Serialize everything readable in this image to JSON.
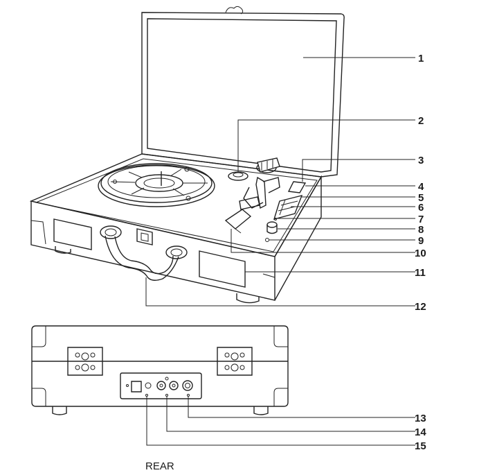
{
  "callouts": [
    "1",
    "2",
    "3",
    "4",
    "5",
    "6",
    "7",
    "8",
    "9",
    "10",
    "11",
    "12",
    "13",
    "14",
    "15"
  ],
  "rear_label": "REAR"
}
